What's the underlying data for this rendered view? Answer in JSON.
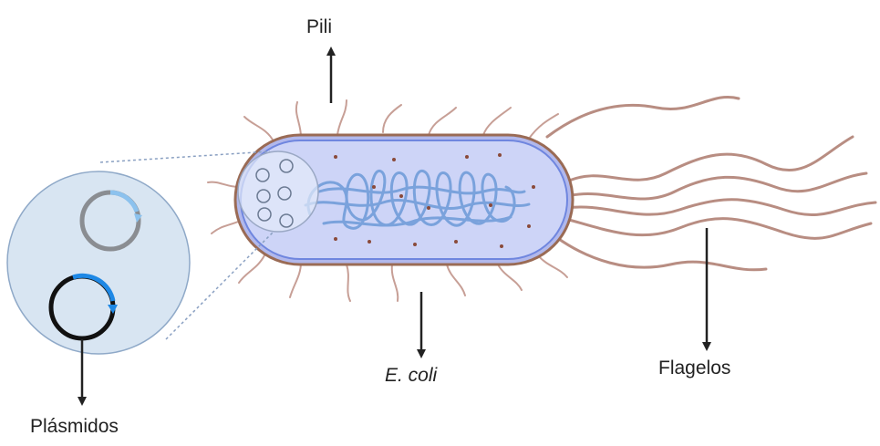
{
  "labels": {
    "pili": "Pili",
    "ecoli": "E. coli",
    "flagelos": "Flagelos",
    "plasmidos": "Plásmidos"
  },
  "colors": {
    "cell_fill": "#c9d0f7",
    "cell_border": "#9a6b55",
    "inner_border": "#6f86df",
    "dna": "#7aa2dc",
    "appendage": "#b88d82",
    "ribosome": "#8a4a3a",
    "zoom_fill": "#d8e5f2",
    "plasmid_gray": "#8a8d92",
    "plasmid_black": "#111111",
    "plasmid_blue": "#1e88e5",
    "plasmid_light_blue": "#8cc2ee",
    "arrow": "#222222"
  },
  "icons": [
    "pili-arrow-icon",
    "ecoli-arrow-icon",
    "flagella-arrow-icon",
    "plasmid-arrow-icon"
  ]
}
